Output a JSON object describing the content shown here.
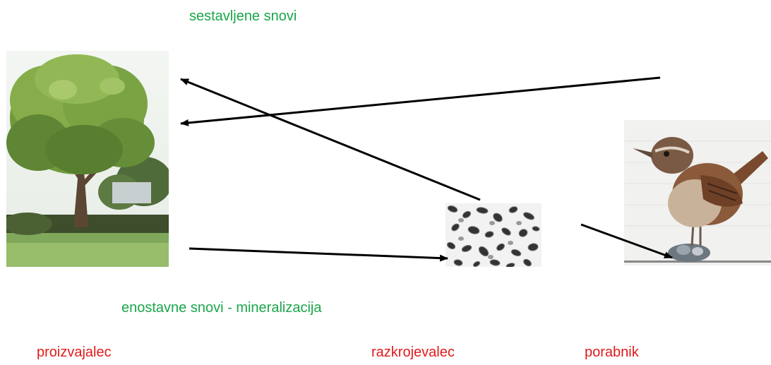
{
  "labels": {
    "compounds_top": "sestavljene snovi",
    "compounds_bottom": "enostavne snovi  -  mineralizacija",
    "producer": "proizvajalec",
    "decomposer": "razkrojevalec",
    "consumer": "porabnik"
  },
  "colors": {
    "green_text": "#1aa64a",
    "red_text": "#e01b1b",
    "arrow": "#000000"
  },
  "images": {
    "tree": "tree-photo",
    "microbes": "microbe-micrograph",
    "bird": "wren-bird-photo"
  }
}
